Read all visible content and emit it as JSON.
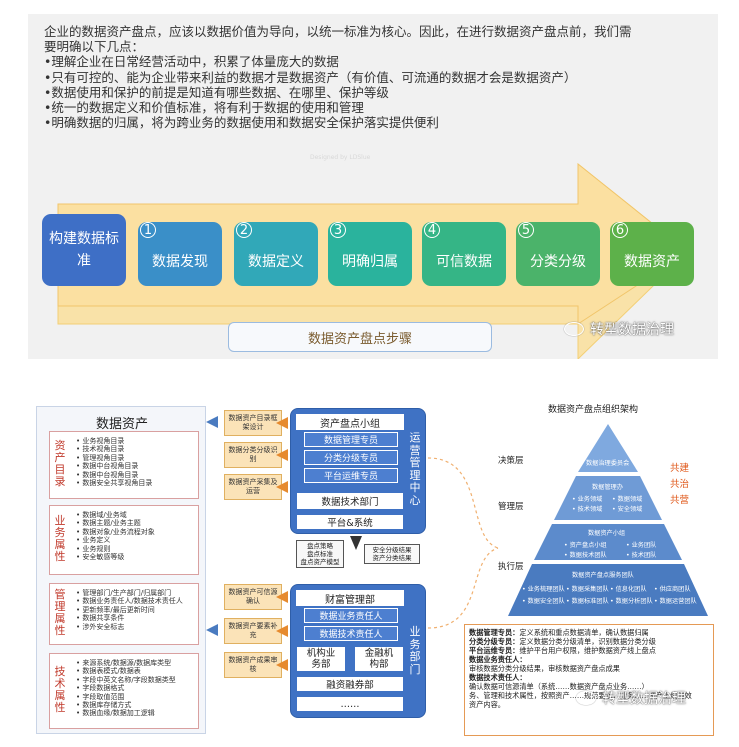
{
  "top": {
    "intro_lines": [
      "企业的数据资产盘点，应该以数据价值为导向，以统一标准为核心。因此，在进行数据资产盘点前，我们需",
      "要明确以下几点：",
      "•理解企业在日常经营活动中，积累了体量庞大的数据",
      "•只有可控的、能为企业带来利益的数据才是数据资产（有价值、可流通的数据才会是数据资产）",
      "•数据使用和保护的前提是知道有哪些数据、在哪里、保护等级",
      "•统一的数据定义和价值标准，将有利于数据的使用和管理",
      "•明确数据的归属，将为跨业务的数据使用和数据安全保护落实提供便利"
    ],
    "start": "构建数据标准",
    "steps": [
      {
        "num": "1",
        "label": "数据发现",
        "color": "#3a8fc8"
      },
      {
        "num": "2",
        "label": "数据定义",
        "color": "#31a8b8"
      },
      {
        "num": "3",
        "label": "明确归属",
        "color": "#2ab39d"
      },
      {
        "num": "4",
        "label": "可信数据",
        "color": "#35b586"
      },
      {
        "num": "5",
        "label": "分类分级",
        "color": "#4bb36a"
      },
      {
        "num": "6",
        "label": "数据资产",
        "color": "#5db14a"
      }
    ],
    "caption": "数据资产盘点步骤",
    "watermark": "转型数据治理",
    "faint_watermark": "Designed by LDSlue"
  },
  "bottom": {
    "asset_title": "数据资产",
    "groups": [
      {
        "name": "资产目录",
        "items": [
          "• 业务视角目录",
          "• 技术视角目录",
          "• 管理视角目录",
          "• 数据中台视角目录",
          "• 数据中台视角目录",
          "• 数据安全共享视角目录"
        ]
      },
      {
        "name": "业务属性",
        "items": [
          "• 数据域/业务域",
          "• 数据主题/业务主题",
          "• 数据对象/业务流程对象",
          "• 业务定义",
          "• 业务规则",
          "• 安全敏感等级"
        ]
      },
      {
        "name": "管理属性",
        "items": [
          "• 管理部门/生产部门/归属部门",
          "• 数据业务责任人/数据技术责任人",
          "• 更新频率/最后更新时间",
          "• 数据共享条件",
          "• 涉外安全标志"
        ]
      },
      {
        "name": "技术属性",
        "items": [
          "• 来源系统/数据源/数据库类型",
          "• 数据表模式/数据表",
          "• 字段中英文名称/字段数据类型",
          "• 字段数据格式",
          "• 字段取值范围",
          "• 数据库存储方式",
          "• 数据血缘/数据加工逻辑"
        ]
      }
    ],
    "orange_boxes": [
      "数据资产目录框架设计",
      "数据分类分级识别",
      "数据资产采集及运营",
      "数据资产可信源确认",
      "数据资产要素补充",
      "数据资产成果审核"
    ],
    "ops_center": {
      "title": "资产盘点小组",
      "roles": [
        "数据管理专员",
        "分类分级专员",
        "平台运维专员"
      ],
      "side": "运营管理中心",
      "tech": "数据技术部门",
      "platform": "平台&系统"
    },
    "middle_notes": [
      "盘点策略\n盘点标准\n盘点资产模型",
      "安全分级结果\n资产分类结果"
    ],
    "biz_dept": {
      "title": "财富管理部",
      "roles": [
        "数据业务责任人",
        "数据技术责任人"
      ],
      "side": "业务部门",
      "left": "机构业务部",
      "right": "金融机构部",
      "bottom": "融资融券部",
      "more": "……"
    },
    "pyramid": {
      "title": "数据资产盘点组织架构",
      "levels": [
        "决策层",
        "管理层",
        "执行层"
      ],
      "top_label": "数据治理委员会",
      "office": "数据管理办",
      "office_items": [
        "• 业务领域",
        "• 数据领域",
        "• 技术领域",
        "• 安全领域"
      ],
      "group": "数据资产小组",
      "group_items": [
        "• 资产盘点小组",
        "• 业务团队",
        "• 数据技术团队",
        "• 技术团队"
      ],
      "service": "数据资产盘点服务团队",
      "service_items": [
        "• 业务梳理团队",
        "• 数据采集团队",
        "• 信息化团队",
        "• 供应商团队",
        "• 数据安全团队",
        "• 数据标准团队",
        "• 数据分析团队",
        "• 数据运营团队"
      ],
      "red": [
        "共建",
        "共治",
        "共营"
      ]
    },
    "desc": [
      {
        "k": "数据管理专员：",
        "v": "定义系统和重点数据清单，确认数据归属"
      },
      {
        "k": "分类分级专员：",
        "v": "定义数据分类分级清单，识别数据分类分级"
      },
      {
        "k": "平台运维专员：",
        "v": "维护平台用户权限，维护数据资产线上盘点"
      },
      {
        "k": "数据业务责任人：",
        "v": ""
      },
      {
        "k": "",
        "v": "审核数据分类分级结果，审核数据资产盘点成果"
      },
      {
        "k": "数据技术责任人：",
        "v": ""
      },
      {
        "k": "",
        "v": "确认数据可信源清单（系统……数据资产盘点业务……）"
      },
      {
        "k": "",
        "v": "务、管理和技术属性，按照资产……规范要求，业务……资产上线时效"
      },
      {
        "k": "",
        "v": "资产内容。"
      }
    ]
  }
}
